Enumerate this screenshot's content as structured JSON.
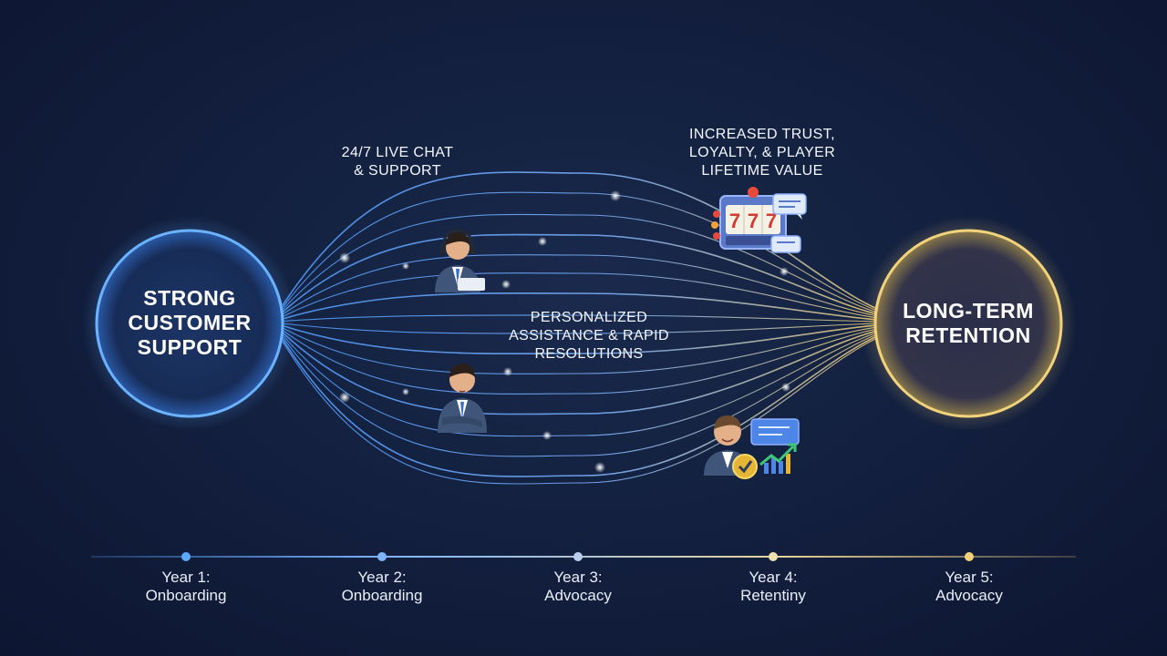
{
  "source_node": {
    "lines": [
      "STRONG",
      "CUSTOMER",
      "SUPPORT"
    ]
  },
  "target_node": {
    "lines": [
      "LONG-TERM",
      "RETENTION"
    ]
  },
  "labels": {
    "live_chat": [
      "24/7 LIVE CHAT",
      "& SUPPORT"
    ],
    "personalized": [
      "PERSONALIZED",
      "ASSISTANCE & RAPID",
      "RESOLUTIONS"
    ],
    "trust": [
      "INCREASED TRUST,",
      "LOYALTY, & PLAYER",
      "LIFETIME VALUE"
    ]
  },
  "slot_machine": {
    "symbols": [
      "7",
      "7",
      "7"
    ]
  },
  "timeline": [
    {
      "year": "Year 1:",
      "stage": "Onboarding"
    },
    {
      "year": "Year 2:",
      "stage": "Onboarding"
    },
    {
      "year": "Year 3:",
      "stage": "Advocacy"
    },
    {
      "year": "Year 4:",
      "stage": "Retentiny"
    },
    {
      "year": "Year 5:",
      "stage": "Advocacy"
    }
  ],
  "colors": {
    "background": "#13203f",
    "source_glow": "#5aa8ff",
    "target_glow": "#f2d27a",
    "flow_blue": "#4f9cff",
    "flow_gold": "#f0cf7a"
  }
}
